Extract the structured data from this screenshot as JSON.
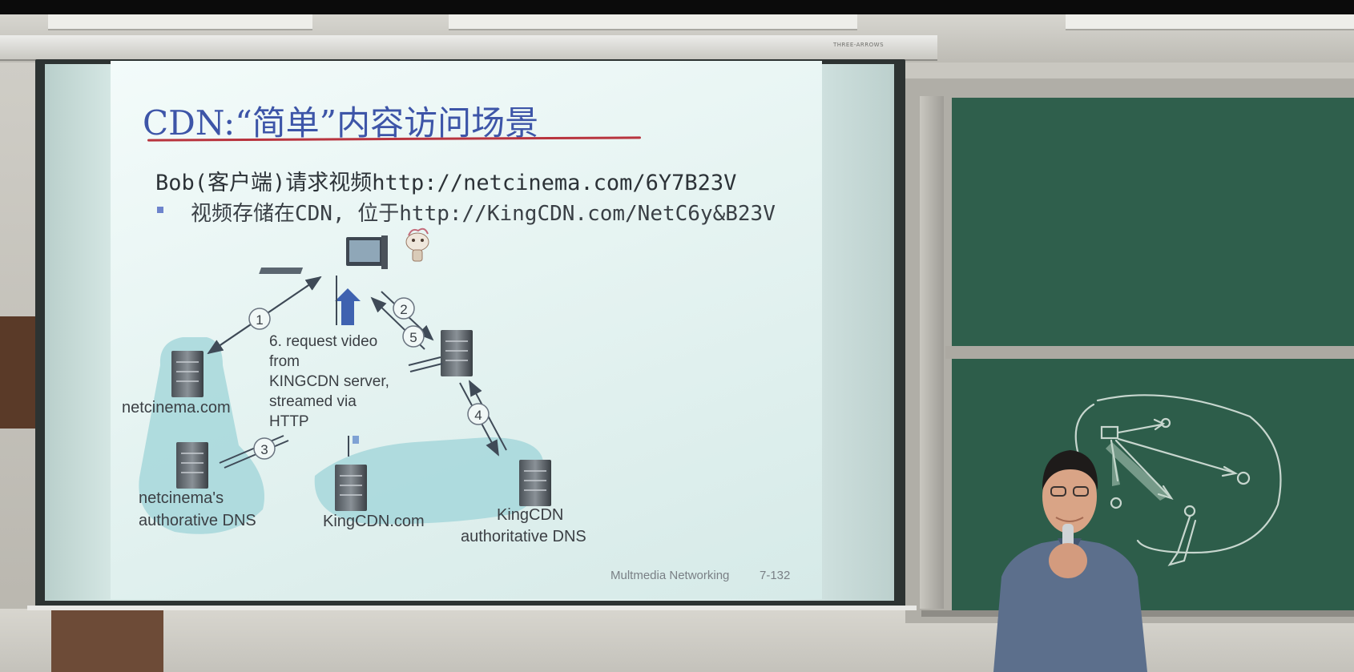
{
  "slide": {
    "title": "CDN:“简单”内容访问场景",
    "line1": "Bob(客户端)请求视频http://netcinema.com/6Y7B23V",
    "bullet": "视频存储在CDN, 位于http://KingCDN.com/NetC6y&B23V",
    "steps": [
      "1",
      "2",
      "5",
      "3",
      "4"
    ],
    "request_text": [
      "6. request video",
      "from",
      "KINGCDN server,",
      "streamed via",
      "HTTP"
    ],
    "nodes": {
      "netcinema": "netcinema.com",
      "netcinema_dns_line1": "netcinema's",
      "netcinema_dns_line2": "authorative DNS",
      "kingcdn": "KingCDN.com",
      "kingcdn_dns_line1": "KingCDN",
      "kingcdn_dns_line2": "authoritative DNS"
    },
    "footer": {
      "course": "Multmedia Networking",
      "page": "7-132"
    }
  },
  "colors": {
    "title": "#3d55a8",
    "underline": "#b8343e",
    "highlight": "#9fd3d6",
    "board": "#2f5f4c",
    "arrow": "#3f4a57"
  }
}
